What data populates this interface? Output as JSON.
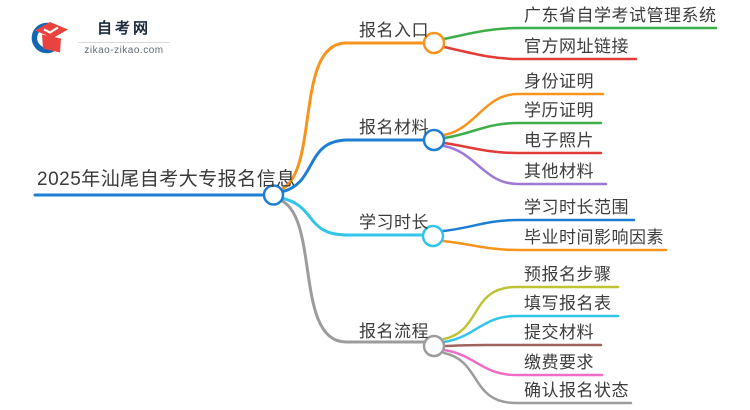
{
  "logo": {
    "site_name": "自考网",
    "site_domain": "zikao-zikao.com",
    "icon": "graduation-cap-icon",
    "colors": {
      "crescent_blue": "#1467B3",
      "cap_red": "#E8433E"
    }
  },
  "mindmap": {
    "root": {
      "label": "2025年汕尾自考大专报名信息",
      "color": "#1E7FD2"
    },
    "branches": [
      {
        "label": "报名入口",
        "color": "#F7941E",
        "children": [
          {
            "label": "广东省自学考试管理系统",
            "color": "#3DAE49"
          },
          {
            "label": "官方网址链接",
            "color": "#E23C38"
          }
        ]
      },
      {
        "label": "报名材料",
        "color": "#1E7FD2",
        "children": [
          {
            "label": "身份证明",
            "color": "#F7941E"
          },
          {
            "label": "学历证明",
            "color": "#3DAE49"
          },
          {
            "label": "电子照片",
            "color": "#E23C38"
          },
          {
            "label": "其他材料",
            "color": "#9E78D6"
          }
        ]
      },
      {
        "label": "学习时长",
        "color": "#32C5E9",
        "children": [
          {
            "label": "学习时长范围",
            "color": "#1E7FD2"
          },
          {
            "label": "毕业时间影响因素",
            "color": "#F7941E"
          }
        ]
      },
      {
        "label": "报名流程",
        "color": "#9C9C9C",
        "children": [
          {
            "label": "预报名步骤",
            "color": "#BEC333"
          },
          {
            "label": "填写报名表",
            "color": "#32C5E9"
          },
          {
            "label": "提交材料",
            "color": "#9E655E"
          },
          {
            "label": "缴费要求",
            "color": "#EE6EC5"
          },
          {
            "label": "确认报名状态",
            "color": "#9C9C9C"
          }
        ]
      }
    ]
  }
}
